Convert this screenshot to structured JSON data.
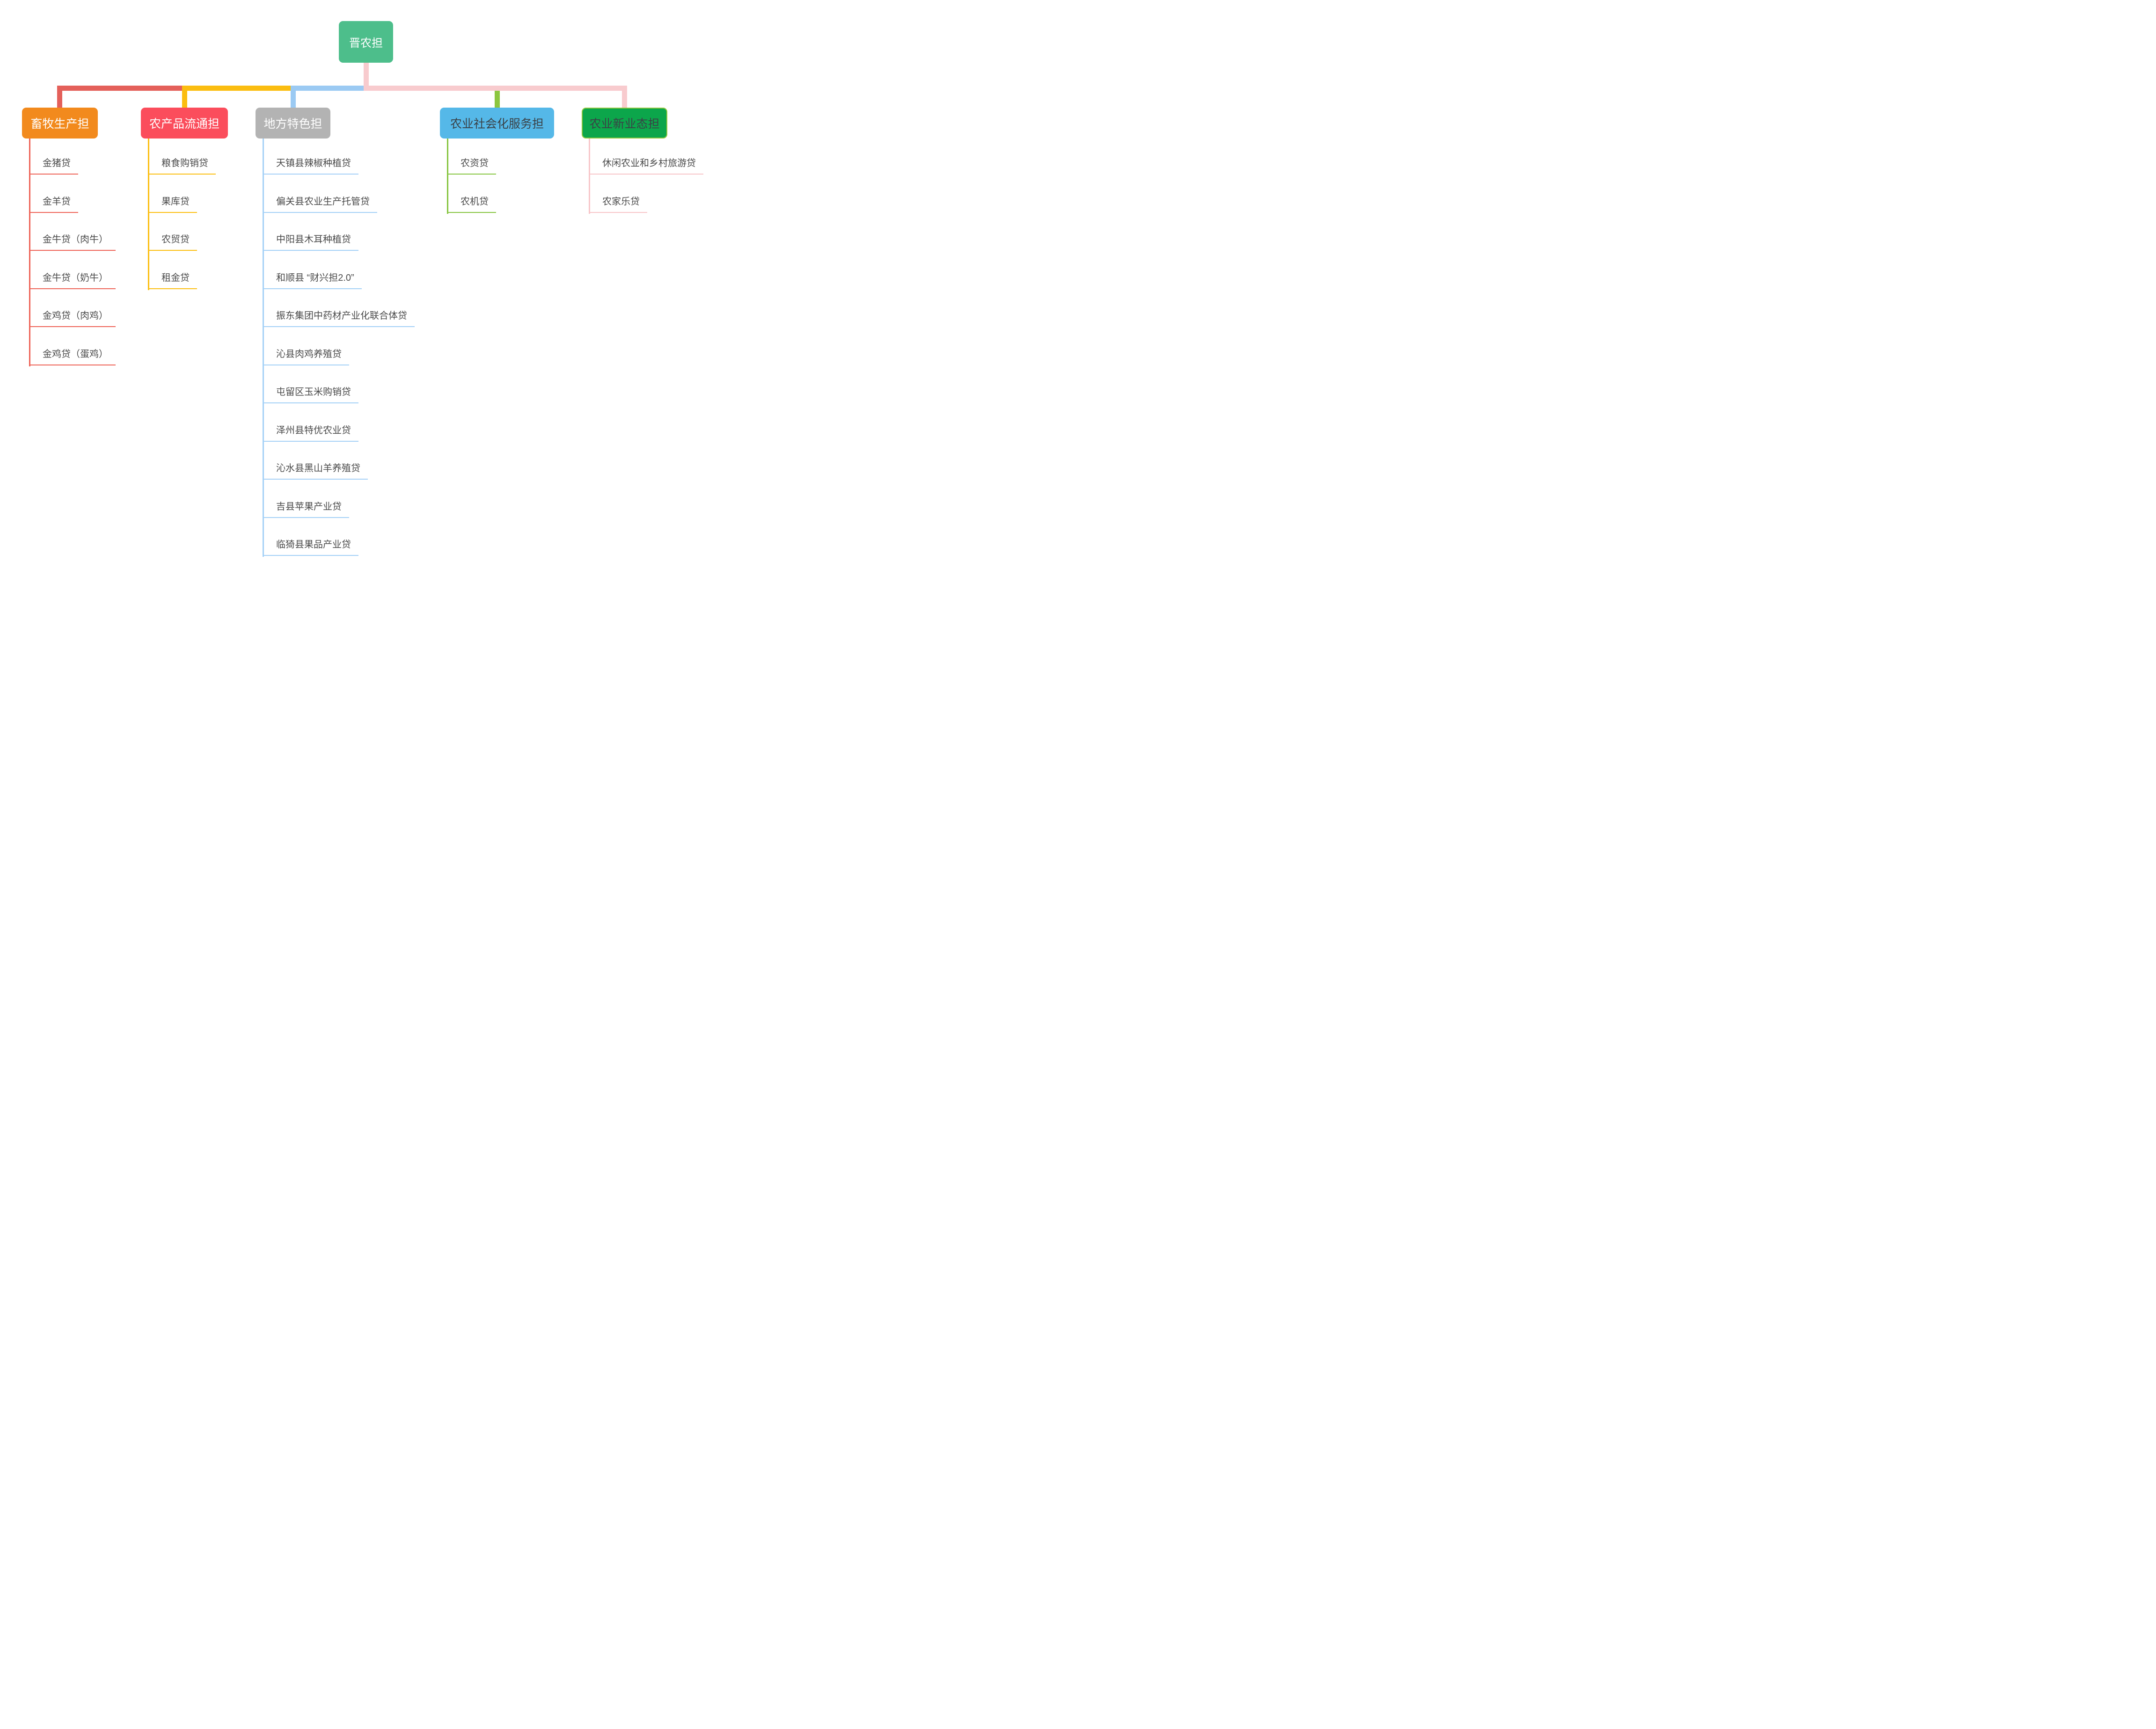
{
  "root": {
    "label": "晋农担",
    "box_color": "#4dbe8b",
    "text_color": "#ffffff"
  },
  "branches": [
    {
      "label": "畜牧生产担",
      "box_color": "#f28a1d",
      "text_color": "#ffffff",
      "connector_color": "#e4605a",
      "underline_color": "#ee6458",
      "children": [
        "金猪贷",
        "金羊贷",
        "金牛贷（肉牛）",
        "金牛贷（奶牛）",
        "金鸡贷（肉鸡）",
        "金鸡贷（蛋鸡）"
      ]
    },
    {
      "label": "农产品流通担",
      "box_color": "#fb4d5c",
      "text_color": "#ffffff",
      "connector_color": "#fbbd10",
      "underline_color": "#fcbf12",
      "children": [
        "粮食购销贷",
        "果库贷",
        "农贸贷",
        "租金贷"
      ]
    },
    {
      "label": "地方特色担",
      "box_color": "#b3b3b3",
      "text_color": "#ffffff",
      "connector_color": "#9bcaf3",
      "underline_color": "#a5d1f7",
      "children": [
        "天镇县辣椒种植贷",
        "偏关县农业生产托管贷",
        "中阳县木耳种植贷",
        "和顺县 “财兴担2.0”",
        "振东集团中药材产业化联合体贷",
        "沁县肉鸡养殖贷",
        "屯留区玉米购销贷",
        "泽州县特优农业贷",
        "沁水县黑山羊养殖贷",
        "吉县苹果产业贷",
        "临猗县果品产业贷"
      ]
    },
    {
      "label": "农业社会化服务担",
      "box_color": "#55b8e8",
      "text_color": "#3a4146",
      "connector_color": "#8cc63f",
      "underline_color": "#86c540",
      "children": [
        "农资贷",
        "农机贷"
      ]
    },
    {
      "label": "农业新业态担",
      "box_color": "#0ca64b",
      "text_color": "#3a4146",
      "box_border_color": "#93c83d",
      "connector_color": "#f8cbce",
      "underline_color": "#f8c6c9",
      "children": [
        "休闲农业和乡村旅游贷",
        "农家乐贷"
      ]
    }
  ]
}
